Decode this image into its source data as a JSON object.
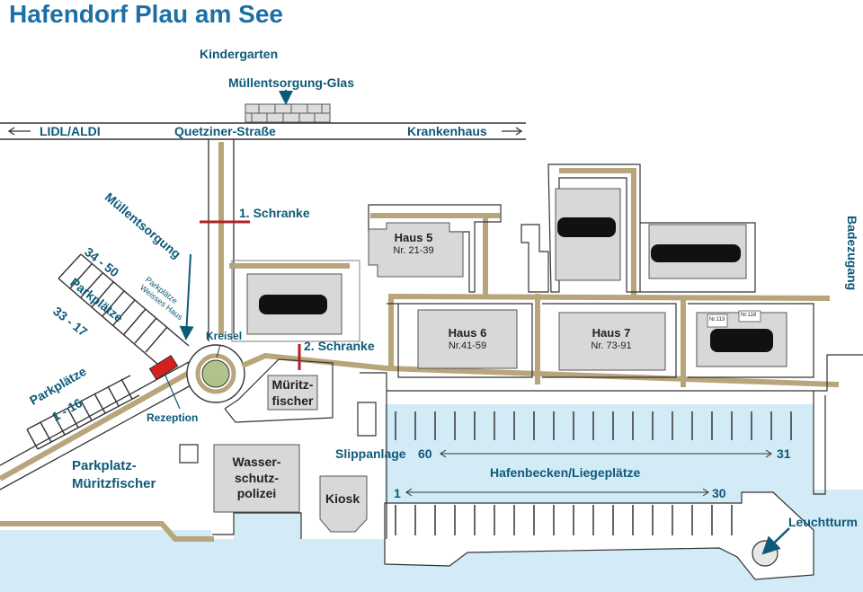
{
  "title": "Hafendorf Plau am See",
  "labels": {
    "kindergarten": "Kindergarten",
    "muell_glas": "Müllentsorgung-Glas",
    "lidl": "LIDL/ALDI",
    "street": "Quetziner-Straße",
    "krankenhaus": "Krankenhaus",
    "muellentsorgung": "Müllentsorgung",
    "schranke1": "1. Schranke",
    "schranke2": "2. Schranke",
    "kreisel": "Kreisel",
    "rezeption": "Rezeption",
    "badezugang": "Badezugang",
    "slipanlage": "Slippanlage",
    "hafenbecken": "Hafenbecken/Liegeplätze",
    "kiosk": "Kiosk",
    "leuchtturm": "Leuchtturm",
    "parkplatz_mueritz_1": "Parkplatz-",
    "parkplatz_mueritz_2": "Müritzfischer",
    "wasser_1": "Wasser-",
    "wasser_2": "schutz-",
    "wasser_3": "polizei",
    "mueritz_1": "Müritz-",
    "mueritz_2": "fischer"
  },
  "houses": [
    {
      "name": "Haus 5",
      "nr": "Nr. 21-39"
    },
    {
      "name": "Haus 6",
      "nr": "Nr.41-59"
    },
    {
      "name": "Haus 7",
      "nr": "Nr. 73-91"
    }
  ],
  "small_labels": {
    "nr113": "Nr.113",
    "nr118": "Nr.118"
  },
  "parking": {
    "range_3450": "34 - 50",
    "parkplaetze": "Parkplätze",
    "range_3317": "33 - 17",
    "weisses_haus_1": "Parkplätze",
    "weisses_haus_2": "Weisses Haus",
    "pp116_1": "Parkplätze",
    "pp116_2": "1 - 16"
  },
  "berths": {
    "row_top_left": "60",
    "row_top_right": "31",
    "row_bottom_left": "1",
    "row_bottom_right": "30"
  },
  "colors": {
    "title": "#1d6fa5",
    "label": "#0d5a78",
    "water": "#d3ebf7",
    "path": "#b9a57b",
    "building": "#d8d8d8",
    "barrier": "#b22222",
    "reception": "#d62020"
  }
}
